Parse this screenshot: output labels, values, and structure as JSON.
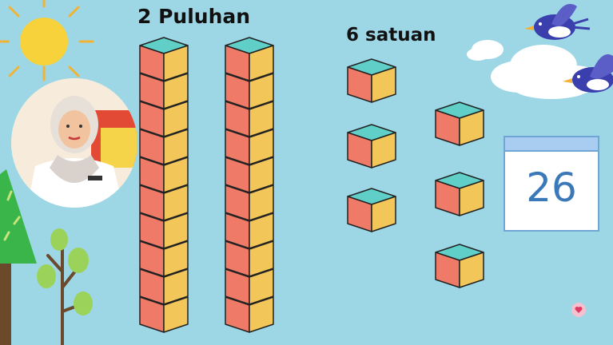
{
  "tens_label": "2 Puluhan",
  "ones_label": "6 satuan",
  "number_value": "26",
  "colors": {
    "background": "#9dd7e6",
    "cube_top": "#5fcfc8",
    "cube_front": "#ef7a68",
    "cube_side": "#f3c65a",
    "sun": "#f7d23a",
    "tree": "#39b54a",
    "card_border": "#6fa6d6",
    "number_text": "#3a78b8"
  },
  "counts": {
    "tens_rods": 2,
    "cubes_per_rod": 10,
    "ones_cubes": 6
  },
  "icons": [
    "sun-icon",
    "bird-icon",
    "bird-icon",
    "cloud-icon",
    "tree-icon",
    "heart-icon"
  ]
}
